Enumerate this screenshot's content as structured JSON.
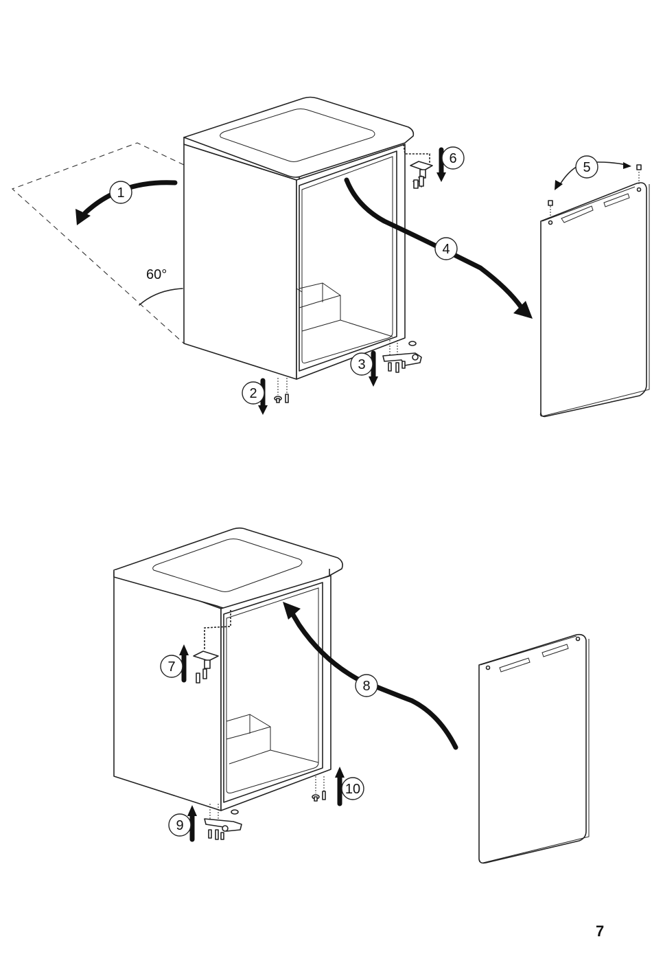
{
  "steps": [
    {
      "number": "1"
    },
    {
      "number": "2"
    },
    {
      "number": "3"
    },
    {
      "number": "4"
    },
    {
      "number": "5"
    },
    {
      "number": "6"
    },
    {
      "number": "7"
    },
    {
      "number": "8"
    },
    {
      "number": "9"
    },
    {
      "number": "10"
    }
  ],
  "angle_label": "60°",
  "page_number": "7"
}
